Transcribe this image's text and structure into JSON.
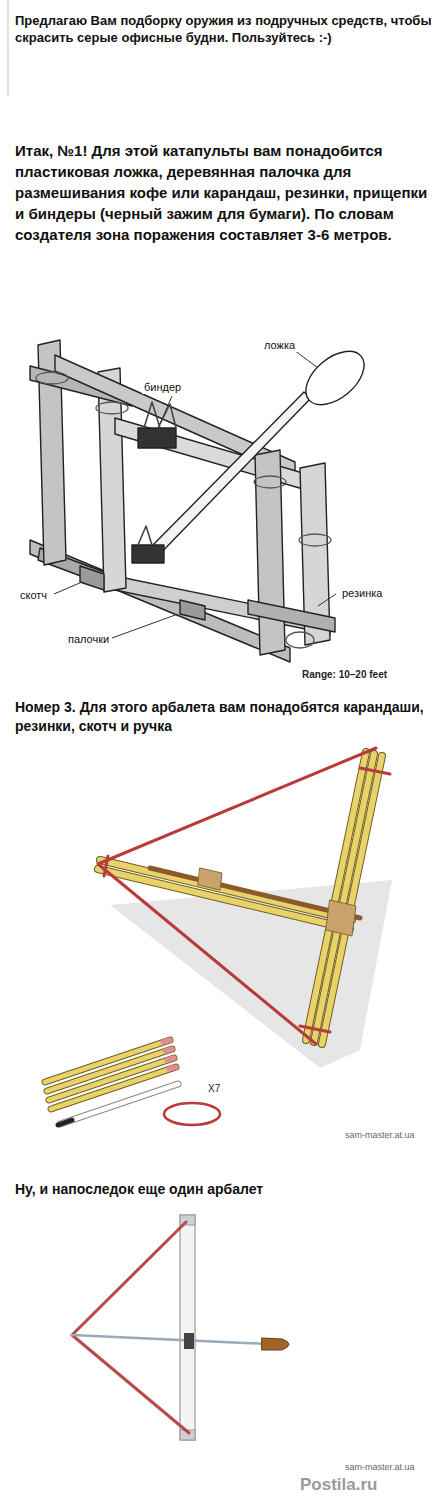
{
  "diagram": {
    "labels": [
      "Предлагаю Вам подборку оружия из подручных средств, чтобы скрасить серые офисные будни. Пользуйтесь :-)",
      "Итак, №1! Для этой катапульты вам понадобится пластиковая ложка, деревянная палочка для размешивания кофе или карандаш, резинки, прищепки и биндеры (черный зажим для бумаги). По словам создателя зона поражения составляет 3-6 метров.",
      "ложка",
      "биндер",
      "скотч",
      "палочки",
      "резинка",
      "Range: 10–20 feet",
      "Номер 3. Для этого арбалета вам понадобятся карандаши, резинки, скотч и ручка",
      "X7",
      "sam-master.at.ua",
      "Ну, и напоследок еще один арбалет",
      "sam-master.at.ua",
      "Postila.ru"
    ]
  }
}
